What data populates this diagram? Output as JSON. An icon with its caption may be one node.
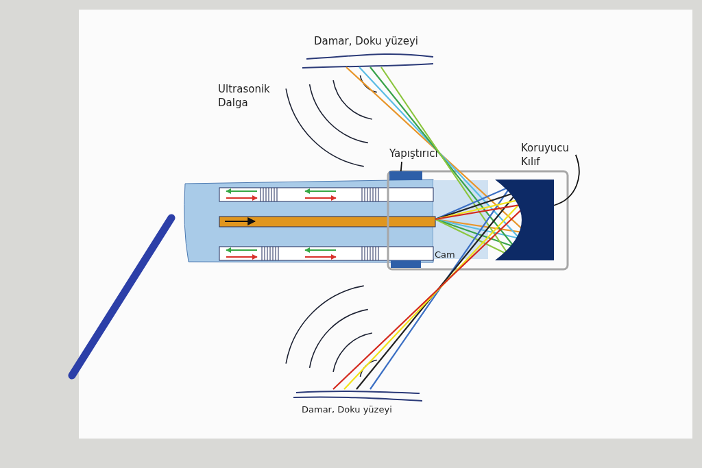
{
  "diagram": {
    "nodes": [
      {
        "text": [
          "Yapıştırıcı"
        ]
      },
      {
        "text": [],
        "shape": "box"
      },
      {
        "text": [
          "Koruyucu Kılıf"
        ]
      },
      {
        "text": [],
        "shape": "box"
      }
    ],
    "edges": [
      {
        "from": 0,
        "to": 1,
        "arrow": "none"
      },
      {
        "from": 2,
        "to": 3,
        "arrow": "none"
      }
    ],
    "labels": [
      "Damar, Doku yüzeyi",
      "Ultrasonik Dalga",
      "Cam",
      "Damar, Doku yüzeyi"
    ]
  }
}
